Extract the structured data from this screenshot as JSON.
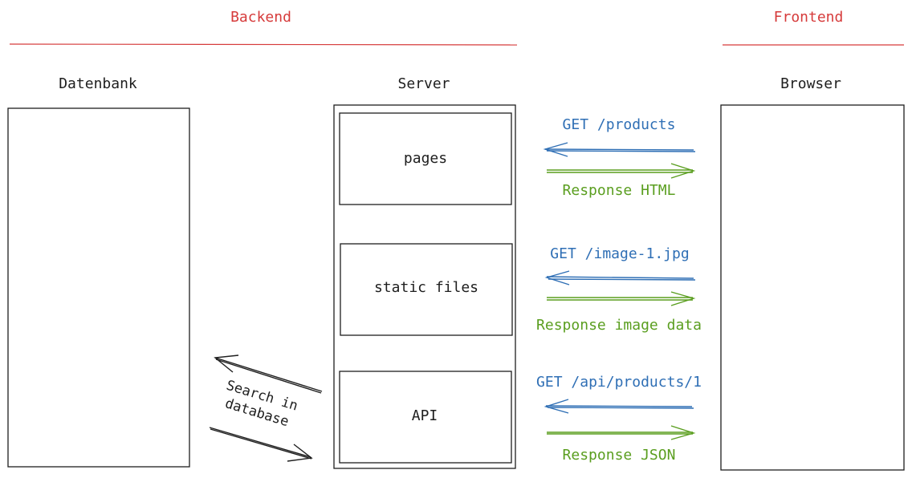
{
  "colors": {
    "red": "#d63b3b",
    "blue": "#2f6fb5",
    "green": "#5a9e1f",
    "ink": "#1e1e1e"
  },
  "sections": {
    "backend": "Backend",
    "frontend": "Frontend"
  },
  "columns": {
    "database": "Datenbank",
    "server": "Server",
    "browser": "Browser"
  },
  "server_modules": {
    "pages": "pages",
    "static_files": "static files",
    "api": "API"
  },
  "requests": {
    "products": {
      "request": "GET /products",
      "response": "Response HTML"
    },
    "image": {
      "request": "GET /image-1.jpg",
      "response": "Response image data"
    },
    "api": {
      "request": "GET /api/products/1",
      "response": "Response JSON"
    }
  },
  "db_query": {
    "line1": "Search in",
    "line2": "database"
  }
}
